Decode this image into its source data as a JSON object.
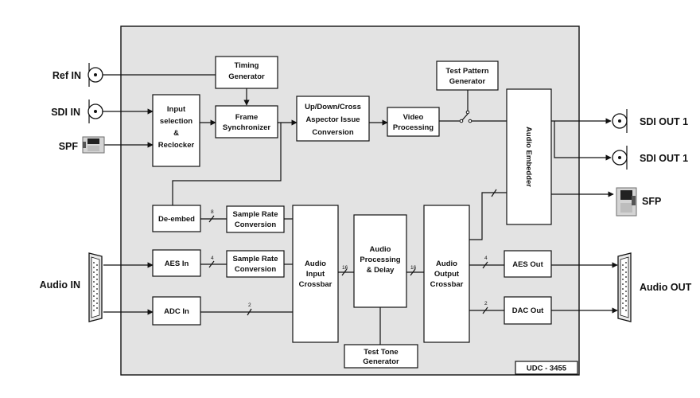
{
  "diagram": {
    "model_label": "UDC - 3455",
    "blocks": {
      "timing_generator": [
        "Timing",
        "Generator"
      ],
      "input_selection": [
        "Input",
        "selection",
        "&",
        "Reclocker"
      ],
      "frame_synchronizer": [
        "Frame",
        "Synchronizer"
      ],
      "up_down_cross": [
        "Up/Down/Cross",
        "Aspector Issue",
        "Conversion"
      ],
      "video_processing": [
        "Video",
        "Processing"
      ],
      "test_pattern_generator": [
        "Test Pattern",
        "Generator"
      ],
      "audio_embedder": "Audio Embedder",
      "de_embed": "De-embed",
      "sample_rate_conversion_1": [
        "Sample Rate",
        "Conversion"
      ],
      "sample_rate_conversion_2": [
        "Sample Rate",
        "Conversion"
      ],
      "aes_in": "AES In",
      "adc_in": "ADC In",
      "audio_input_crossbar": [
        "Audio",
        "Input",
        "Crossbar"
      ],
      "audio_processing_delay": [
        "Audio",
        "Processing",
        "& Delay"
      ],
      "audio_output_crossbar": [
        "Audio",
        "Output",
        "Crossbar"
      ],
      "test_tone_generator": [
        "Test Tone",
        "Generator"
      ],
      "aes_out": "AES Out",
      "dac_out": "DAC Out"
    },
    "bus_widths": {
      "deembed_to_src": "8",
      "aes_to_src": "4",
      "adc_to_crossbar": "2",
      "input_crossbar_to_processing": "16",
      "processing_to_output_crossbar": "16",
      "output_crossbar_to_aes_out": "4",
      "output_crossbar_to_dac_out": "2"
    },
    "external_labels": {
      "ref_in": "Ref IN",
      "sdi_in": "SDI IN",
      "spf": "SPF",
      "audio_in": "Audio IN",
      "sdi_out_1a": "SDI OUT 1",
      "sdi_out_1b": "SDI OUT 1",
      "sfp": "SFP",
      "audio_out": "Audio OUT"
    },
    "icons": [
      "bnc-connector-icon",
      "sfp-module-icon",
      "db25-connector-icon",
      "switch-icon"
    ]
  }
}
